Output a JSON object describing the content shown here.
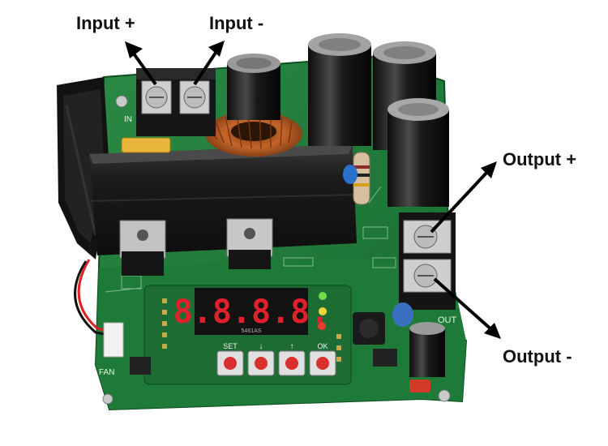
{
  "labels": {
    "input_plus": "Input +",
    "input_minus": "Input -",
    "output_plus": "Output +",
    "output_minus": "Output -"
  },
  "board": {
    "display_digits": "8.8.8.8.",
    "display_label": "5461AS",
    "button_labels": [
      "SET",
      "↓",
      "↑",
      "OK"
    ],
    "silk_out": "OUT",
    "silk_fan": "FAN",
    "silk_in": "IN"
  },
  "colors": {
    "pcb_green": "#1f7a3a",
    "heatsink": "#1c1c1c",
    "terminal_block": "#1a1a1a",
    "display_red": "#e0202a",
    "button_red": "#d9302e",
    "copper_coil": "#b5541f"
  },
  "icons": [
    "arrow-up-left",
    "arrow-up-right",
    "arrow-down-right"
  ]
}
